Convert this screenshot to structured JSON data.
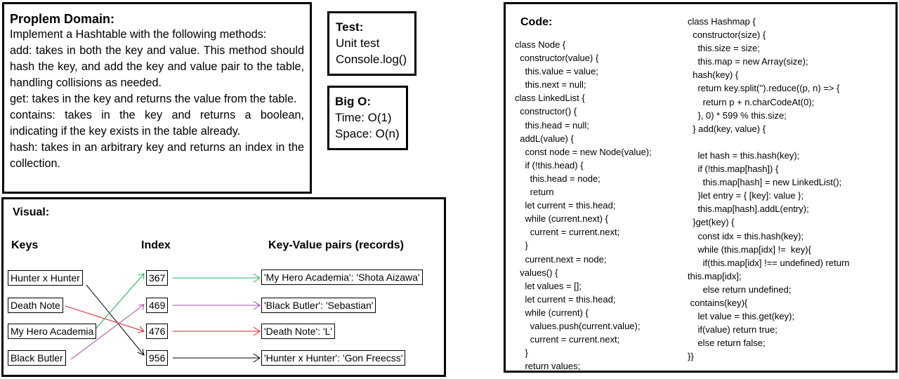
{
  "problem": {
    "title": "Proplem Domain:",
    "lines": [
      "Implement a Hashtable with the following methods:",
      "add: takes in both the key and value. This method should hash the key, and add the key and value pair to the table, handling collisions as needed.",
      "get: takes in the key and returns the value from the table.",
      "contains: takes in the key and returns a boolean, indicating if the key exists in the table already.",
      "hash: takes in an arbitrary key and returns an index in the collection."
    ]
  },
  "test": {
    "title": "Test:",
    "lines": [
      "Unit test",
      "Console.log()"
    ]
  },
  "bigo": {
    "title": "Big O:",
    "time": "Time: O(1)",
    "space": "Space: O(n)"
  },
  "visual": {
    "title": "Visual:",
    "headers": {
      "keys": "Keys",
      "index": "Index",
      "records": "Key-Value pairs (records)"
    },
    "keys": [
      "Hunter x Hunter",
      "Death Note",
      "My Hero Academia",
      "Black Butler"
    ],
    "indexes": [
      "367",
      "469",
      "476",
      "956"
    ],
    "records": [
      "'My Hero Academia': 'Shota Aizawa'",
      "'Black Butler': 'Sebastian'",
      "'Death Note': 'L'",
      "'Hunter x Hunter': 'Gon Freecss'"
    ],
    "colors": {
      "green": "#22b14c",
      "purple": "#a349a4",
      "red": "#ed1c24",
      "black": "#000000"
    }
  },
  "code": {
    "title": "Code:",
    "left_lines": [
      "class Node {",
      "  constructor(value) {",
      "    this.value = value;",
      "    this.next = null;",
      "class LinkedList {",
      "  constructor() {",
      "    this.head = null;",
      "  addL(value) {",
      "    const node = new Node(value);",
      "    if (!this.head) {",
      "      this.head = node;",
      "      return",
      "    let current = this.head;",
      "    while (current.next) {",
      "      current = current.next;",
      "    }",
      "    current.next = node;",
      "  values() {",
      "    let values = [];",
      "    let current = this.head;",
      "    while (current) {",
      "      values.push(current.value);",
      "      current = current.next;",
      "    }",
      "    return values;"
    ],
    "right_lines": [
      "class Hashmap {",
      "  constructor(size) {",
      "    this.size = size;",
      "    this.map = new Array(size);",
      "  hash(key) {",
      "    return key.split('').reduce((p, n) => {",
      "      return p + n.charCodeAt(0);",
      "    }, 0) * 599 % this.size;",
      "  } add(key, value) {",
      "",
      "    let hash = this.hash(key);",
      "    if (!this.map[hash]) {",
      "      this.map[hash] = new LinkedList();",
      "    }let entry = { [key]: value };",
      "    this.map[hash].addL(entry);",
      "  }get(key) {",
      "    const idx = this.hash(key);",
      "    while (this.map[idx] !=  key){",
      "      if(this.map[idx] !== undefined) return",
      "this.map[idx];",
      "      else return undefined;",
      " contains(key){",
      "    let value = this.get(key);",
      "    if(value) return true;",
      "    else return false;",
      "}}"
    ]
  }
}
